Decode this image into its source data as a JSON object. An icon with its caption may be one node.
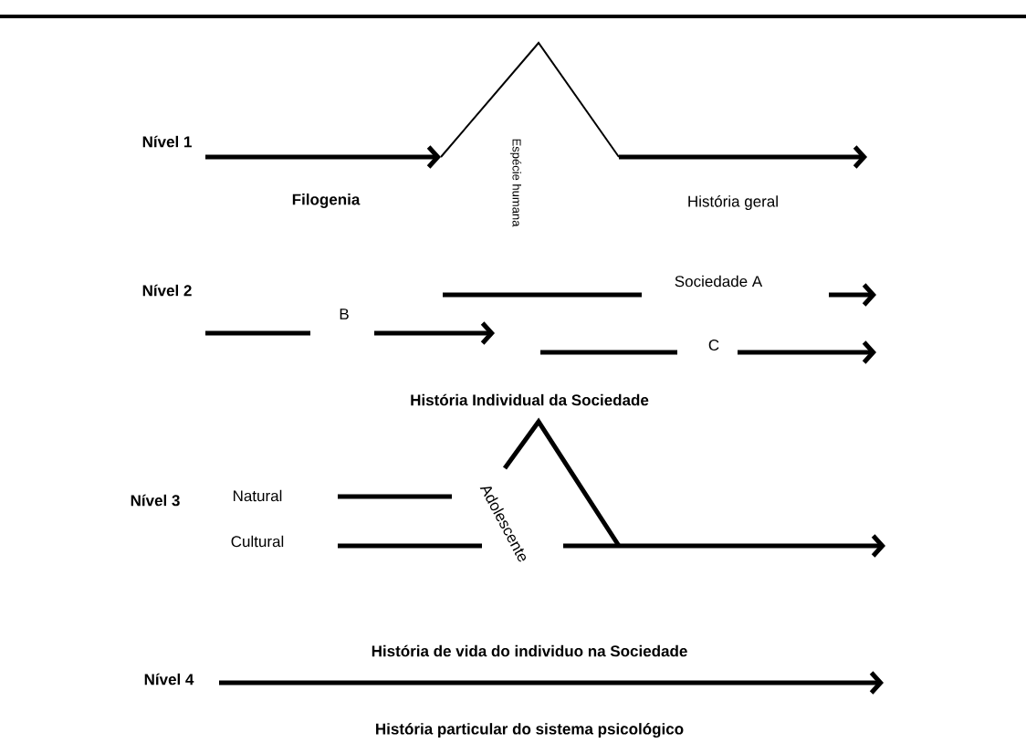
{
  "diagram": {
    "labels": [
      "Nível 1",
      "Espécie humana",
      "Filogenia",
      "História geral",
      "Nível 2",
      "Sociedade A",
      "B",
      "C",
      "História Individual da Sociedade",
      "Nível 3",
      "Natural",
      "Cultural",
      "Adolescente",
      "História de vida do individuo na Sociedade",
      "Nível 4",
      "História particular do sistema psicológico"
    ]
  }
}
